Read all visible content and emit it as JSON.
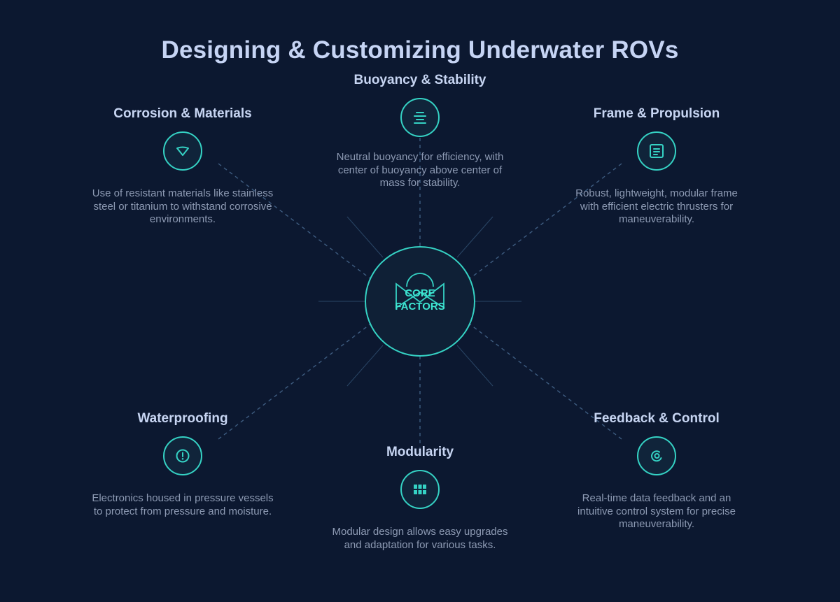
{
  "title": "Designing & Customizing Underwater ROVs",
  "hub": {
    "label_line1": "CORE",
    "label_line2": "FACTORS"
  },
  "nodes": [
    {
      "title": "Buoyancy & Stability",
      "icon": "buoyancy-levels-icon",
      "desc": "Neutral buoyancy for efficiency, with center of buoyancy above center of mass for stability."
    },
    {
      "title": "Corrosion & Materials",
      "icon": "shield-triangle-icon",
      "desc": "Use of resistant materials like stainless steel or titanium to withstand corrosive environments."
    },
    {
      "title": "Frame & Propulsion",
      "icon": "document-icon",
      "desc": "Robust, lightweight, modular frame with efficient electric thrusters for maneuverability."
    },
    {
      "title": "Waterproofing",
      "icon": "alert-circle-icon",
      "desc": "Electronics housed in pressure vessels to protect from pressure and moisture."
    },
    {
      "title": "Modularity",
      "icon": "grid-blocks-icon",
      "desc": "Modular design allows easy upgrades and adaptation for various tasks."
    },
    {
      "title": "Feedback & Control",
      "icon": "feedback-spiral-icon",
      "desc": "Real-time data feedback and an intuitive control system for precise maneuverability."
    }
  ],
  "colors": {
    "background": "#0c1830",
    "accent": "#35d2c4",
    "connector": "#3e5c80",
    "title_text": "#c6d4f4",
    "body_text": "#8d9ab3"
  }
}
